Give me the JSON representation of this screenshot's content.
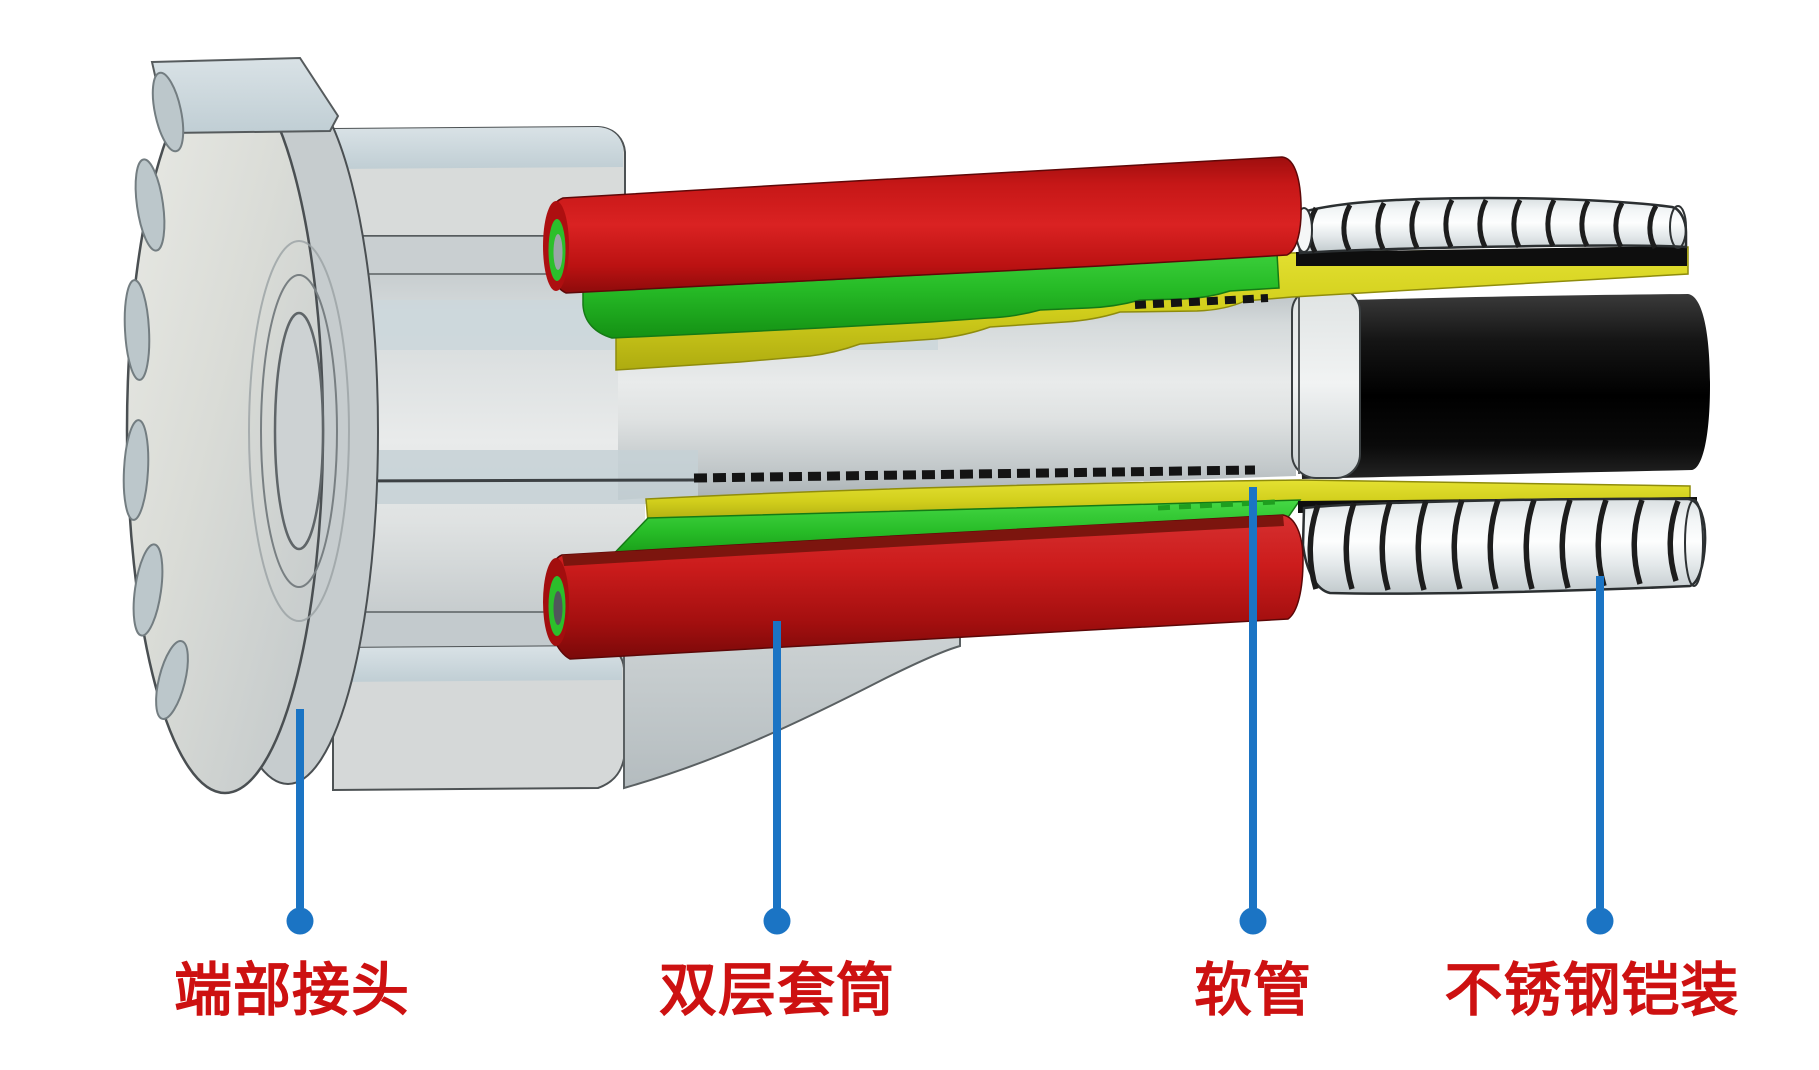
{
  "diagram": {
    "background": "#ffffff",
    "callouts": [
      {
        "id": "end-fitting",
        "text": "端部接头"
      },
      {
        "id": "double-layer-sleeve",
        "text": "双层套筒"
      },
      {
        "id": "hose",
        "text": "软管"
      },
      {
        "id": "stainless-steel-armor",
        "text": "不锈钢铠装"
      }
    ]
  },
  "colors": {
    "background": "#ffffff",
    "label_text": "#cd1111",
    "leader": "#1b74c4",
    "sleeve_red": "#c81717",
    "liner_green": "#2cc32c",
    "wrap_yellow": "#d2cf1c",
    "metal_gray": "#d6d9d9",
    "hose_black": "#111111",
    "armor_silver": "#eef1f2"
  }
}
